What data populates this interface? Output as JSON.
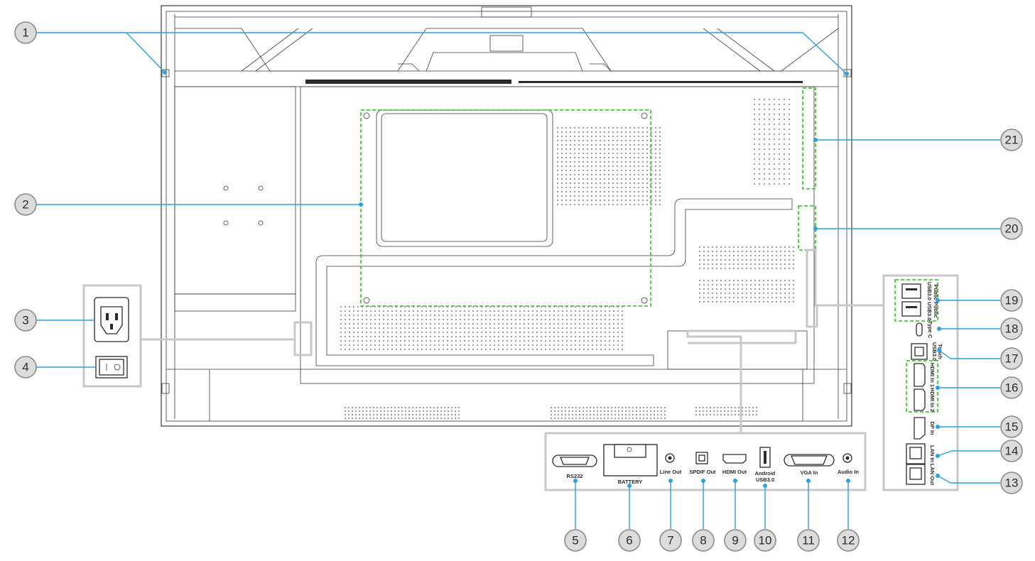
{
  "callouts": [
    "1",
    "2",
    "3",
    "4",
    "5",
    "6",
    "7",
    "8",
    "9",
    "10",
    "11",
    "12",
    "13",
    "14",
    "15",
    "16",
    "17",
    "18",
    "19",
    "20",
    "21"
  ],
  "bottom_ports": {
    "rs232": "RS232",
    "battery": "BATTERY",
    "line_out": "Line Out",
    "spdif_out": "SPDIF Out",
    "hdmi_out": "HDMI Out",
    "android_usb": [
      "Android",
      "USB3.0"
    ],
    "vga_in": "VGA In",
    "audio_in": "Audio In"
  },
  "side_ports": {
    "usb_public": [
      "USB3.0 USB3.0",
      "Public Public"
    ],
    "type_c": "Type C",
    "usb_touch": [
      "USB3.0",
      "Touch"
    ],
    "hdmi_in_1": "HDMI In 1",
    "hdmi_in_2": "HDMI In 2",
    "dp_in": "DP In",
    "lan_in": "LAN In",
    "lan_out": "LAN Out"
  },
  "colors": {
    "leader": "#29a3dc",
    "highlight": "#46cc3a",
    "callout_fill": "#dcdcdc",
    "line_art": "#3a3a3a"
  }
}
